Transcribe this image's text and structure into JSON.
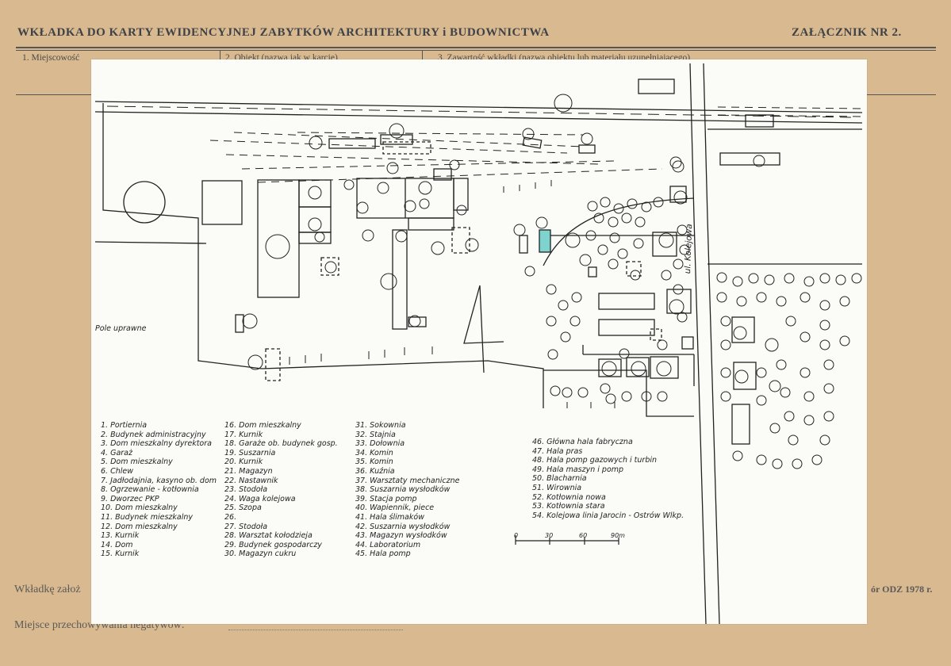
{
  "form": {
    "title": "WKŁADKA DO KARTY EWIDENCYJNEJ ZABYTKÓW ARCHITEKTURY i BUDOWNICTWA",
    "annex": "ZAŁĄCZNIK NR 2.",
    "field1": "1. Miejscowość",
    "field2": "2. Obiekt (nazwa jak w karcie)",
    "field3": "3. Zawartość wkładki (nazwa obiektu lub materiału uzupełniającego)",
    "footer_left": "Wkładkę założ",
    "footer_right": "ór ODZ 1978 r.",
    "negatives_label": "Miejsce przechowywania negatywów:"
  },
  "plan": {
    "field_label": "Pole uprawne",
    "street_label": "ul. Kolejowa",
    "scale": [
      "0",
      "30",
      "60",
      "90m"
    ],
    "legend_col1": [
      "1. Portiernia",
      "2. Budynek administracyjny",
      "3. Dom mieszkalny dyrektora",
      "4. Garaż",
      "5. Dom mieszkalny",
      "6. Chlew",
      "7. Jadłodajnia, kasyno ob. dom",
      "8. Ogrzewanie - kotłownia",
      "9. Dworzec PKP",
      "10. Dom mieszkalny",
      "11. Budynek mieszkalny",
      "12. Dom mieszkalny",
      "13. Kurnik",
      "14. Dom",
      "15. Kurnik"
    ],
    "legend_col2": [
      "16. Dom mieszkalny",
      "17. Kurnik",
      "18. Garaże ob. budynek gosp.",
      "19. Suszarnia",
      "20. Kurnik",
      "21. Magazyn",
      "22. Nastawnik",
      "23. Stodoła",
      "24. Waga kolejowa",
      "25. Szopa",
      "26.",
      "27. Stodoła",
      "28. Warsztat kołodzieja",
      "29. Budynek gospodarczy",
      "30. Magazyn cukru"
    ],
    "legend_col3": [
      "31. Sokownia",
      "32. Stajnia",
      "33. Dołownia",
      "34. Komin",
      "35. Komin",
      "36. Kuźnia",
      "37. Warsztaty mechaniczne",
      "38. Suszarnia wysłodków",
      "39. Stacja pomp",
      "40. Wapiennik, piece",
      "41. Hala ślimaków",
      "42. Suszarnia wysłodków",
      "43. Magazyn wysłodków",
      "44. Laboratorium",
      "45. Hala pomp"
    ],
    "legend_col4": [
      "46. Główna hala fabryczna",
      "47. Hala pras",
      "48. Hala pomp gazowych i turbin",
      "49. Hala maszyn i pomp",
      "50. Blacharnia",
      "51. Wirownia",
      "52. Kotłownia nowa",
      "53. Kotłownia stara",
      "54. Kolejowa linia Jarocin - Ostrów Wlkp."
    ]
  }
}
